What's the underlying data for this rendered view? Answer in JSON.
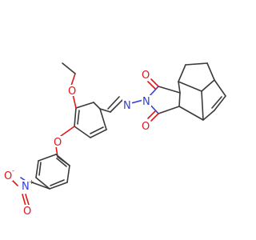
{
  "molecule": {
    "atoms": {
      "imine_n": "N",
      "imide_n": "N",
      "carbonyl_o_top": "O",
      "carbonyl_o_bottom": "O",
      "ethoxy_o": "O",
      "benzyl_ether_o": "O",
      "nitro_n": "N",
      "nitro_o_minus": "O",
      "nitro_o_double": "O"
    },
    "charges": {
      "nitro_n": "+",
      "nitro_o_minus": "-"
    }
  },
  "colors": {
    "carbon_bond": "#3a3a3a",
    "oxygen": "#e0161b",
    "nitrogen": "#2f3fd6",
    "background": "#ffffff"
  }
}
